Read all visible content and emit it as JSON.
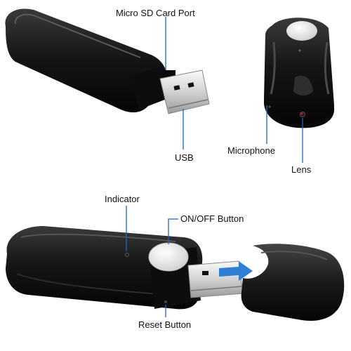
{
  "labels": {
    "micro_sd": "Micro SD Card Port",
    "usb": "USB",
    "microphone": "Microphone",
    "lens": "Lens",
    "indicator": "Indicator",
    "on_off": "ON/OFF Button",
    "reset": "Reset Button"
  },
  "colors": {
    "leader_line": "#1e64c8",
    "arrow": "#2f7fd6",
    "device_body": "#1a1a1a",
    "usb_metal": "#d9d9d9",
    "button": "#eeeeee"
  }
}
